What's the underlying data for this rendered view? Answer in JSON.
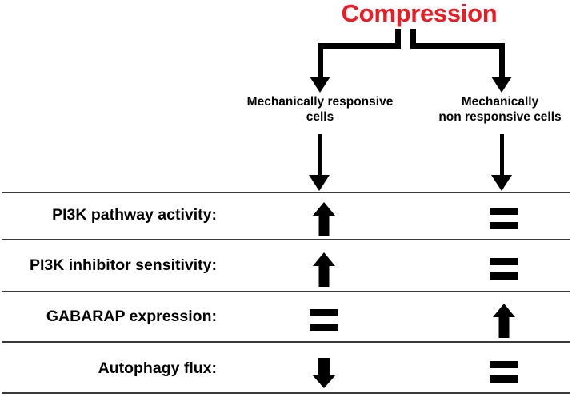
{
  "figure": {
    "title": "Compression",
    "title_color": "#ed1c24",
    "branches": [
      {
        "id": "responsive",
        "label_line1": "Mechanically responsive",
        "label_line2": "cells"
      },
      {
        "id": "non-responsive",
        "label_line1": "Mechanically",
        "label_line2": "non responsive cells"
      }
    ],
    "rows": [
      {
        "label": "PI3K pathway activity:",
        "left_glyph": "up-arrow",
        "right_glyph": "equals"
      },
      {
        "label": "PI3K inhibitor sensitivity:",
        "left_glyph": "up-arrow",
        "right_glyph": "equals"
      },
      {
        "label": "GABARAP expression:",
        "left_glyph": "equals",
        "right_glyph": "up-arrow"
      },
      {
        "label": "Autophagy flux:",
        "left_glyph": "down-arrow",
        "right_glyph": "equals"
      }
    ]
  }
}
